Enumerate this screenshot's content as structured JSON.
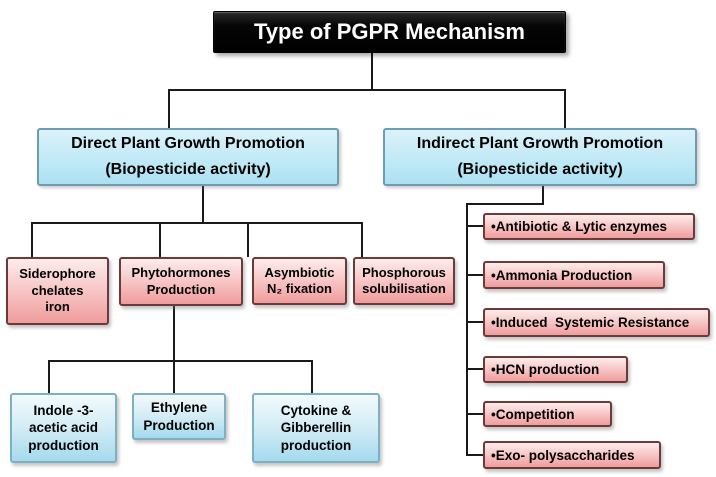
{
  "title": "Type of PGPR Mechanism",
  "branches": {
    "direct": {
      "lines": [
        "Direct Plant Growth Promotion",
        "(Biopesticide activity)"
      ]
    },
    "indirect": {
      "lines": [
        "Indirect Plant Growth Promotion",
        "(Biopesticide activity)"
      ]
    }
  },
  "direct_mechanisms": [
    {
      "lines": [
        "Siderophore",
        "chelates",
        "iron"
      ]
    },
    {
      "lines": [
        "Phytohormones",
        "Production"
      ]
    },
    {
      "lines": [
        "Asymbiotic",
        "N₂ fixation"
      ]
    },
    {
      "lines": [
        "Phosphorous",
        "solubilisation"
      ]
    }
  ],
  "phytohormone_products": [
    {
      "lines": [
        "Indole -3-",
        "acetic acid",
        "production"
      ]
    },
    {
      "lines": [
        "Ethylene",
        "Production"
      ]
    },
    {
      "lines": [
        "Cytokine &",
        "Gibberellin",
        "production"
      ]
    }
  ],
  "indirect_mechanisms": [
    {
      "label": "•Antibiotic & Lytic enzymes"
    },
    {
      "label": "•Ammonia Production"
    },
    {
      "label": "•Induced  Systemic Resistance"
    },
    {
      "label": "•HCN production"
    },
    {
      "label": "•Competition"
    },
    {
      "label": "•Exo- polysaccharides"
    }
  ],
  "colors": {
    "title_bg": "#000000",
    "title_text": "#ffffff",
    "pink_top": "#fdecec",
    "pink_bottom": "#f09c9c",
    "pink_border": "#6b3a3a",
    "blue_top": "#daf2fa",
    "blue_bottom": "#ace1f2",
    "blue_border": "#6f9cb0",
    "connector": "#1a1a1a"
  }
}
